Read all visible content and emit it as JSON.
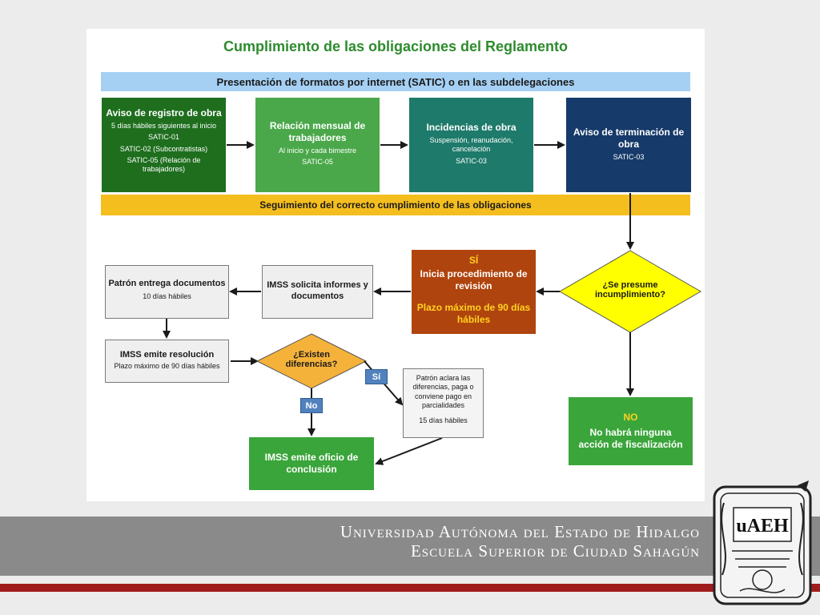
{
  "title": "Cumplimiento de las obligaciones del Reglamento",
  "top_bar": "Presentación de formatos por internet (SATIC) o en las subdelegaciones",
  "steps": [
    {
      "title": "Aviso de registro de obra",
      "lines": [
        "5 días hábiles siguientes al inicio",
        "SATIC-01",
        "SATIC-02 (Subcontratistas)",
        "SATIC-05 (Relación de trabajadores)"
      ],
      "color": "#1e6e1e"
    },
    {
      "title": "Relación mensual de trabajadores",
      "lines": [
        "Al inicio y cada bimestre",
        "SATIC-05"
      ],
      "color": "#4aa84a"
    },
    {
      "title": "Incidencias de obra",
      "lines": [
        "Suspensión, reanudación, cancelación",
        "SATIC-03"
      ],
      "color": "#1e7a6a"
    },
    {
      "title": "Aviso de terminación de obra",
      "lines": [
        "SATIC-03"
      ],
      "color": "#163a6a"
    }
  ],
  "bottom_bar": "Seguimiento del correcto cumplimiento de las obligaciones",
  "decision_main": "¿Se presume incumplimiento?",
  "yes_box": {
    "label": "SÍ",
    "title": "Inicia procedimiento de revisión",
    "note": "Plazo máximo de 90 días hábiles"
  },
  "no_box": {
    "label": "NO",
    "title": "No habrá ninguna acción de fiscalización"
  },
  "imss_request": "IMSS solicita informes y documentos",
  "employer_delivers": {
    "title": "Patrón entrega documentos",
    "note": "10 días hábiles"
  },
  "imss_resolution": {
    "title": "IMSS emite resolución",
    "note": "Plazo máximo de 90 días hábiles"
  },
  "decision_diff": "¿Existen diferencias?",
  "tag_yes": "Sí",
  "tag_no": "No",
  "employer_clarifies": {
    "text": "Patrón aclara las diferencias, paga o conviene pago en parcialidades",
    "note": "15 días hábiles"
  },
  "imss_conclusion": "IMSS emite oficio de conclusión",
  "footer": {
    "line1": "Universidad Autónoma del Estado de Hidalgo",
    "line2": "Escuela Superior de Ciudad Sahagún"
  },
  "seal_text": "uAEH",
  "colors": {
    "title_green": "#2e8b2e",
    "bar_blue": "#a5d0f4",
    "bar_yellow": "#f5be1f",
    "decision_yellow": "#ffff00",
    "diff_orange": "#f5b23a",
    "revision_brown": "#b0440e",
    "result_green": "#3aa53a",
    "footer_gray": "#8a8a8a",
    "footer_red": "#a01c1c"
  }
}
